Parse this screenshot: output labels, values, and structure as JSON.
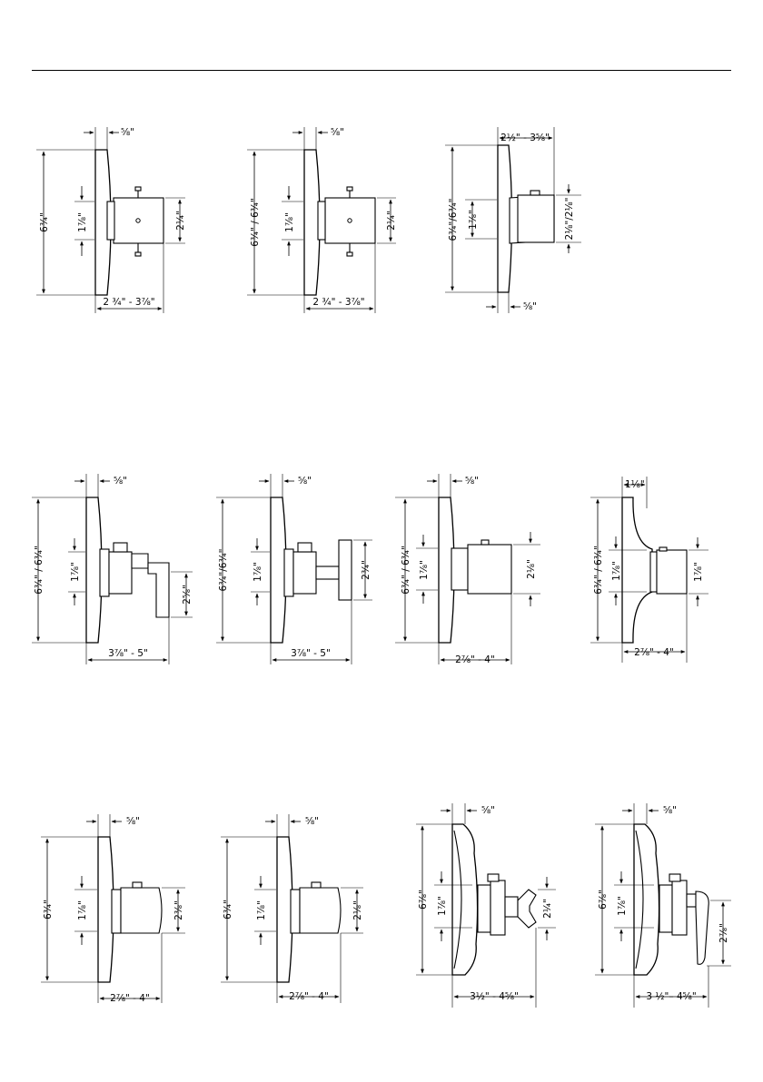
{
  "diagrams": [
    {
      "id": "d1",
      "plate_h": "6¾\"",
      "inner_h": "1⅞\"",
      "side_h": "2¼\"",
      "depth": "2 ¾\" - 3⅞\"",
      "top_w": "⅝\""
    },
    {
      "id": "d2",
      "plate_h": "6¾\" / 6¾\"",
      "inner_h": "1⅞\"",
      "side_h": "2¼\"",
      "depth": "2 ¾\" - 3⅞\"",
      "top_w": "⅝\""
    },
    {
      "id": "d3",
      "plate_h": "6¾\"/6¾\"",
      "inner_h": "1⅞\"",
      "side_h": "2⅛\"/2⅛\"",
      "depth": "2½\" - 3⅝\"",
      "top_w": "⅝\""
    },
    {
      "id": "d4",
      "plate_h": "6¾\" / 6¾\"",
      "inner_h": "1⅞\"",
      "side_h": "2⅝\"",
      "depth": "3⅞\" - 5\"",
      "top_w": "⅝\""
    },
    {
      "id": "d5",
      "plate_h": "6¾\"/6¾\"",
      "inner_h": "1⅞\"",
      "side_h": "2¾\"",
      "depth": "3⅞\" - 5\"",
      "top_w": "⅝\""
    },
    {
      "id": "d6",
      "plate_h": "6¾\" / 6¾\"",
      "inner_h": "1⅞\"",
      "side_h": "2⅛\"",
      "depth": "2⅞\" - 4\"",
      "top_w": "⅝\""
    },
    {
      "id": "d7",
      "plate_h": "6¾\" / 6¾\"",
      "inner_h": "1⅞\"",
      "side_h": "1⅞\"",
      "depth": "2⅞\" - 4\"",
      "top_w": "1⅛\""
    },
    {
      "id": "d8",
      "plate_h": "6¾\"",
      "inner_h": "1⅞\"",
      "side_h": "2⅜\"",
      "depth": "2⅞\" - 4\"",
      "top_w": "⅝\""
    },
    {
      "id": "d9",
      "plate_h": "6¾\"",
      "inner_h": "1⅞\"",
      "side_h": "2⅛\"",
      "depth": "2⅞\" - 4\"",
      "top_w": "⅝\""
    },
    {
      "id": "d10",
      "plate_h": "6⅞\"",
      "inner_h": "1⅞\"",
      "side_h": "2¼\"",
      "depth": "3½\" - 4⅝\"",
      "top_w": "⅝\""
    },
    {
      "id": "d11",
      "plate_h": "6⅞\"",
      "inner_h": "1⅞\"",
      "side_h": "2⅞\"",
      "depth": "3 ½\"– 4⅝\"",
      "top_w": "⅝\""
    }
  ]
}
